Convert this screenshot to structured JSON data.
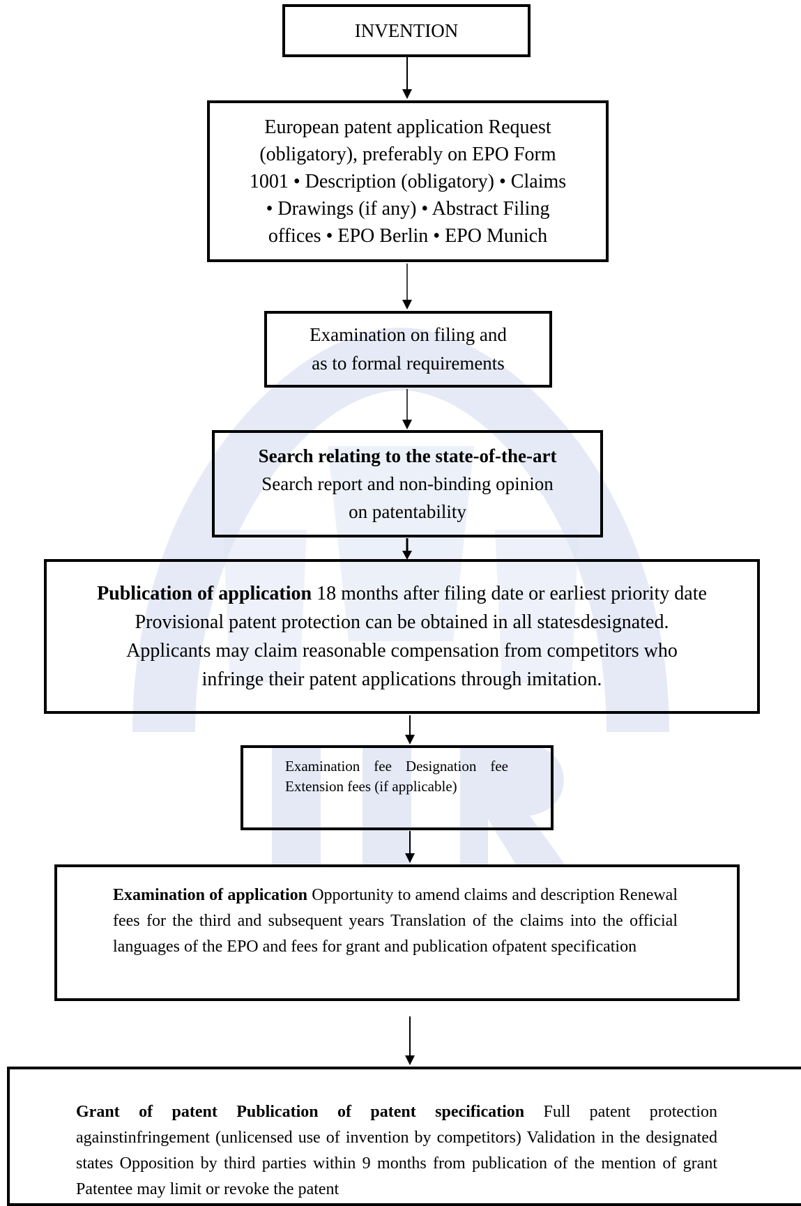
{
  "invention": {
    "label": "INVENTION"
  },
  "application": {
    "lines": [
      "European patent application Request",
      "(obligatory), preferably on EPO Form",
      "1001 • Description (obligatory) • Claims",
      "• Drawings (if any) • Abstract Filing",
      "offices • EPO Berlin • EPO Munich"
    ]
  },
  "formal_exam": {
    "lines": [
      "Examination on filing and",
      "as to formal requirements"
    ]
  },
  "search": {
    "title": "Search relating to the state-of-the-art",
    "lines": [
      "Search report and non-binding opinion",
      "on patentability"
    ]
  },
  "publication": {
    "title": "Publication of application",
    "line1_rest": " 18 months after filing date or earliest priority date",
    "lines": [
      "Provisional patent protection can be obtained in all statesdesignated.",
      "Applicants may claim reasonable compensation from competitors who",
      "infringe their patent applications through imitation."
    ]
  },
  "fees": {
    "text": "Examination fee Designation fee Extension fees (if applicable)"
  },
  "exam_application": {
    "title": "Examination of application",
    "text": " Opportunity to amend claims and description Renewal fees for the third and subsequent years Translation of the claims into the official languages of the EPO and fees for grant and publication ofpatent specification"
  },
  "grant": {
    "title": "Grant of patent Publication of patent specification",
    "text": " Full patent protection againstinfringement (unlicensed use of invention by competitors) Validation in the designated states Opposition by third parties within 9 months from publication of the mention of grant Patentee may limit or revoke the patent"
  },
  "colors": {
    "border": "#000000",
    "watermark": "#c9d1ec"
  },
  "watermark": {
    "letters": "UIR"
  }
}
